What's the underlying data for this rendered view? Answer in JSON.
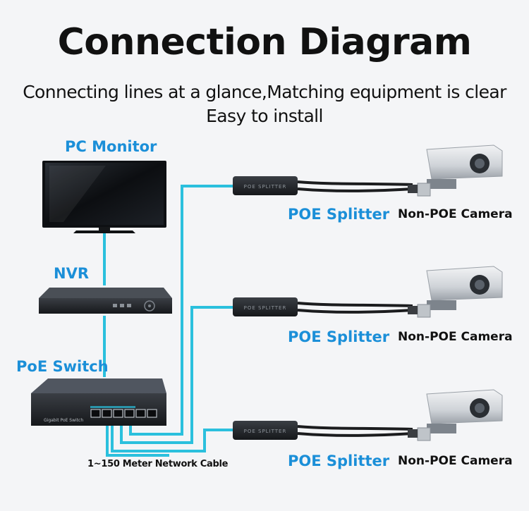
{
  "title": "Connection Diagram",
  "subtitle_line1": "Connecting lines at a glance,Matching equipment is clear",
  "subtitle_line2": "Easy to install",
  "devices": {
    "monitor_label": "PC Monitor",
    "nvr_label": "NVR",
    "switch_label": "PoE Switch",
    "switch_device_text": "Gigabit PoE Switch"
  },
  "cable_label": "1~150 Meter Network Cable",
  "links": [
    {
      "splitter_label": "POE Splitter",
      "splitter_device_text": "POE SPLITTER",
      "camera_label": "Non-POE Camera"
    },
    {
      "splitter_label": "POE Splitter",
      "splitter_device_text": "POE SPLITTER",
      "camera_label": "Non-POE Camera"
    },
    {
      "splitter_label": "POE Splitter",
      "splitter_device_text": "POE SPLITTER",
      "camera_label": "Non-POE Camera"
    }
  ],
  "colors": {
    "cable": "#2bc0dd",
    "label_blue": "#1b8fd8",
    "device_dark": "#1f2226"
  }
}
